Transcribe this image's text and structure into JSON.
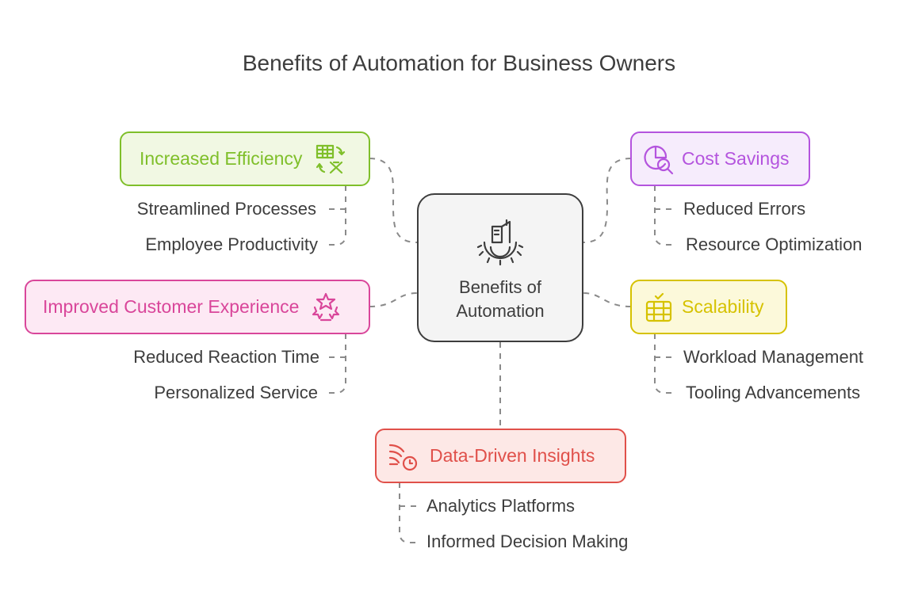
{
  "title": "Benefits of Automation for Business Owners",
  "center": {
    "line1": "Benefits of",
    "line2": "Automation",
    "icon": "gear-factory-icon"
  },
  "nodes": {
    "efficiency": {
      "label": "Increased Efficiency",
      "color": "#7fbf2a",
      "bg": "#f1f8e3",
      "icon": "spreadsheet-convert-icon",
      "items": [
        "Streamlined Processes",
        "Employee Productivity"
      ]
    },
    "customer": {
      "label": "Improved Customer Experience",
      "color": "#d9469a",
      "bg": "#fde9f4",
      "icon": "stars-badge-icon",
      "items": [
        "Reduced Reaction Time",
        "Personalized Service"
      ]
    },
    "cost": {
      "label": "Cost Savings",
      "color": "#b454de",
      "bg": "#f6ecfc",
      "icon": "pie-search-icon",
      "items": [
        "Reduced Errors",
        "Resource Optimization"
      ]
    },
    "scalability": {
      "label": "Scalability",
      "color": "#d6c200",
      "bg": "#fcf9da",
      "icon": "server-stack-icon",
      "items": [
        "Workload Management",
        "Tooling Advancements"
      ]
    },
    "data": {
      "label": "Data-Driven Insights",
      "color": "#e0504a",
      "bg": "#fde8e6",
      "icon": "wind-clock-icon",
      "items": [
        "Analytics Platforms",
        "Informed Decision Making"
      ]
    }
  }
}
